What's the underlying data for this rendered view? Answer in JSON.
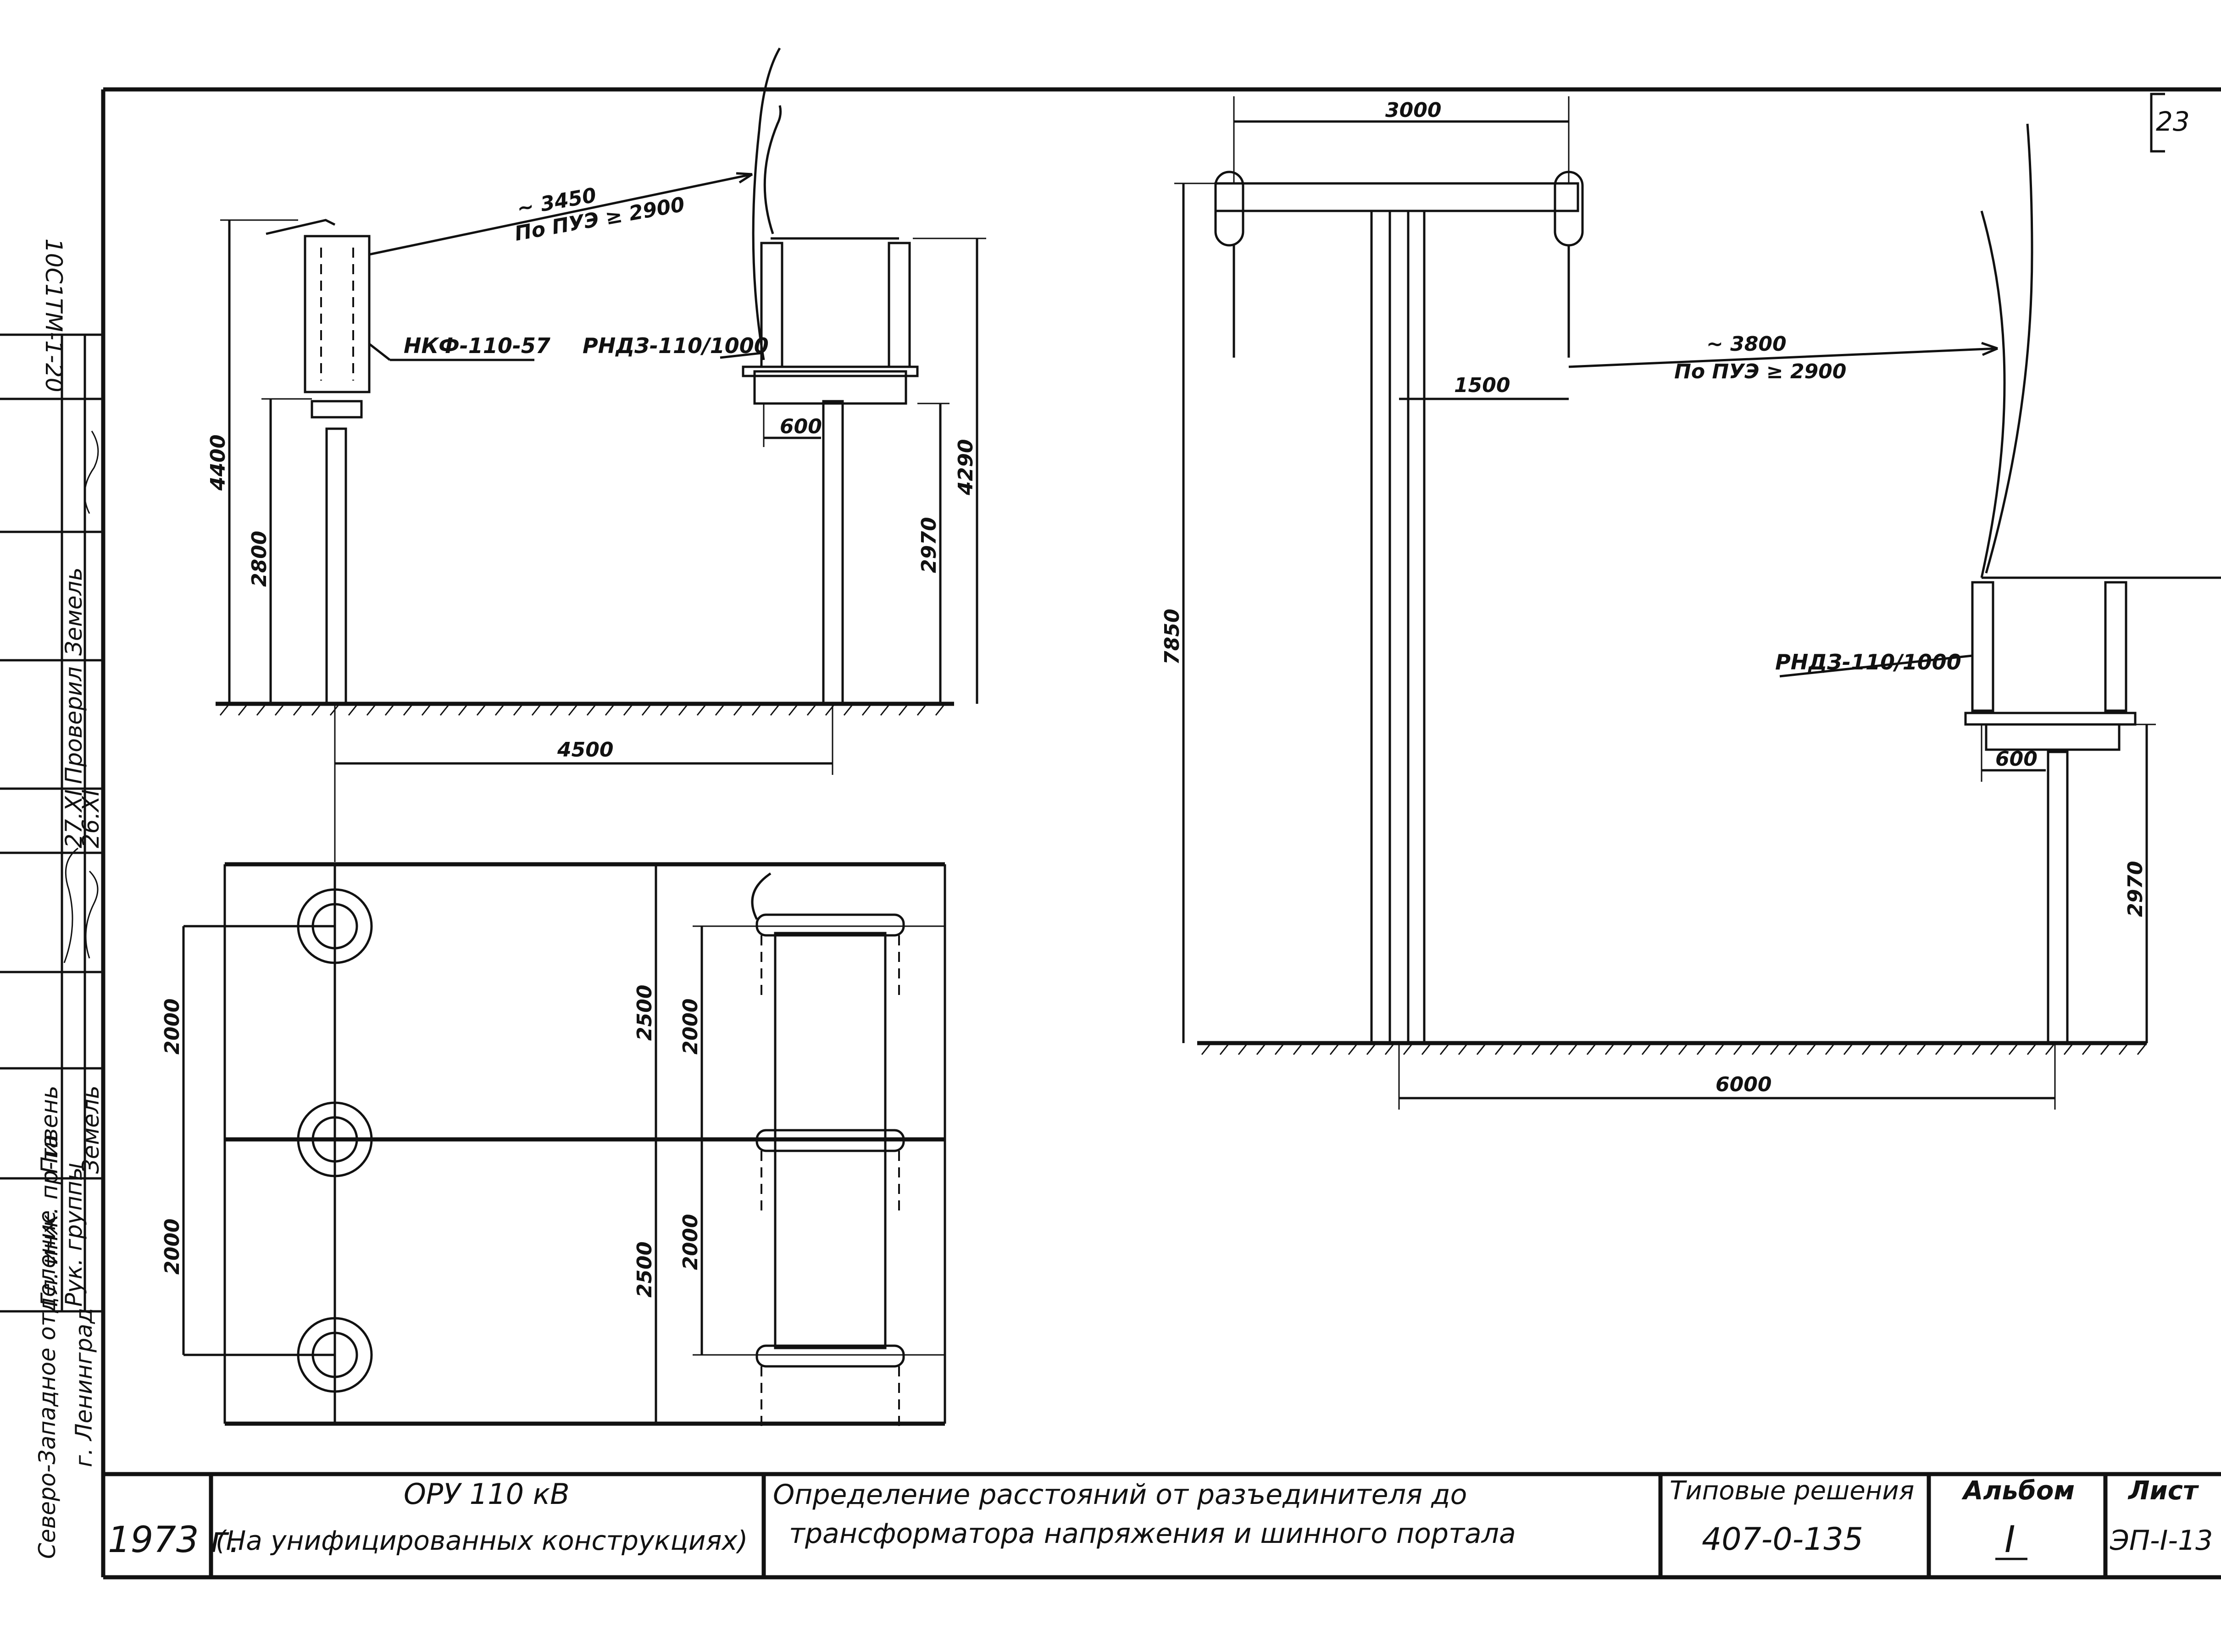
{
  "sheet_corner_mark": "23",
  "left_side_stamp": {
    "drawing_code": "10С1ТМ-1-20",
    "org_top": "Северо-Западное отделение",
    "org_bottom": "г. Ленинград",
    "rows": [
      {
        "role": "Гл. инж. пр-та",
        "name": "Пивень"
      },
      {
        "role": "Рук. группы",
        "name": "Земель"
      },
      {
        "role": "Проверил",
        "name": "Земель"
      }
    ],
    "dates": [
      "27.XI",
      "26.XI"
    ]
  },
  "left_elevation": {
    "dim_clearance": "~ 3450",
    "dim_clearance_rule": "По ПУЭ ≥ 2900",
    "vt_label": "НКФ-110-57",
    "disc_label": "РНДЗ-110/1000",
    "dim_total_height": "4400",
    "dim_support_height": "2800",
    "dim_right_height": "4290",
    "dim_right_support": "2970",
    "dim_base_width": "600",
    "dim_span": "4500"
  },
  "plan_view": {
    "dim_left_upper": "2000",
    "dim_left_lower": "2000",
    "dim_mid_upper": "2500",
    "dim_mid_lower": "2500",
    "dim_right_upper": "2000",
    "dim_right_lower": "2000"
  },
  "right_elevation": {
    "dim_top_width": "3000",
    "dim_clearance": "~ 3800",
    "dim_clearance_rule": "По ПУЭ ≥ 2900",
    "dim_offset": "1500",
    "dim_total_height": "7850",
    "disc_label": "РНДЗ-110/1000",
    "dim_base_width": "600",
    "dim_support": "2970",
    "dim_span": "6000"
  },
  "title_block": {
    "year": "1973 г.",
    "object_line1": "ОРУ 110 кВ",
    "object_line2": "(На унифицированных конструкциях)",
    "description_line1": "Определение расстояний от разъединителя до",
    "description_line2": "трансформатора напряжения и шинного портала",
    "series_label": "Типовые решения",
    "series_code": "407-0-135",
    "album_label": "Альбом",
    "album_value": "I",
    "sheet_label": "Лист",
    "sheet_value": "ЭП-I-13"
  }
}
